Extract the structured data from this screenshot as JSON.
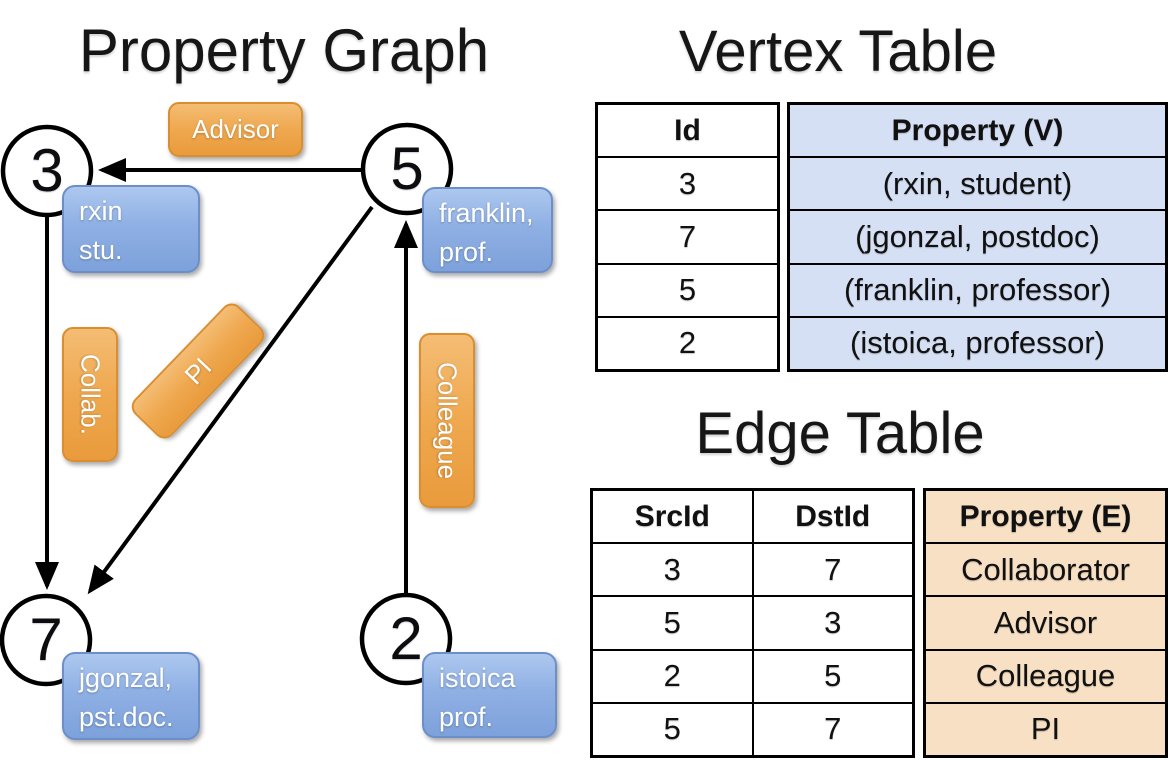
{
  "graph": {
    "title": "Property Graph",
    "nodes": [
      {
        "id": "3",
        "label_line1": "rxin",
        "label_line2": "stu."
      },
      {
        "id": "5",
        "label_line1": "franklin,",
        "label_line2": "prof."
      },
      {
        "id": "7",
        "label_line1": "jgonzal,",
        "label_line2": "pst.doc."
      },
      {
        "id": "2",
        "label_line1": "istoica",
        "label_line2": "prof."
      }
    ],
    "edges": [
      {
        "src": "5",
        "dst": "3",
        "label": "Advisor"
      },
      {
        "src": "3",
        "dst": "7",
        "label": "Collab."
      },
      {
        "src": "5",
        "dst": "7",
        "label": "PI"
      },
      {
        "src": "2",
        "dst": "5",
        "label": "Colleague"
      }
    ]
  },
  "vertex_table": {
    "title": "Vertex Table",
    "headers": {
      "id": "Id",
      "property": "Property (V)"
    },
    "rows": [
      {
        "id": "3",
        "property": "(rxin, student)"
      },
      {
        "id": "7",
        "property": "(jgonzal, postdoc)"
      },
      {
        "id": "5",
        "property": "(franklin, professor)"
      },
      {
        "id": "2",
        "property": "(istoica, professor)"
      }
    ]
  },
  "edge_table": {
    "title": "Edge Table",
    "headers": {
      "src": "SrcId",
      "dst": "DstId",
      "property": "Property (E)"
    },
    "rows": [
      {
        "src": "3",
        "dst": "7",
        "property": "Collaborator"
      },
      {
        "src": "5",
        "dst": "3",
        "property": "Advisor"
      },
      {
        "src": "2",
        "dst": "5",
        "property": "Colleague"
      },
      {
        "src": "5",
        "dst": "7",
        "property": "PI"
      }
    ]
  },
  "colors": {
    "node_box_blue": "#7da1db",
    "edge_label_orange": "#efa84f",
    "vertex_cell_fill": "#d6e0f4",
    "edge_cell_fill": "#f7e0c4",
    "stroke_black": "#000000"
  }
}
